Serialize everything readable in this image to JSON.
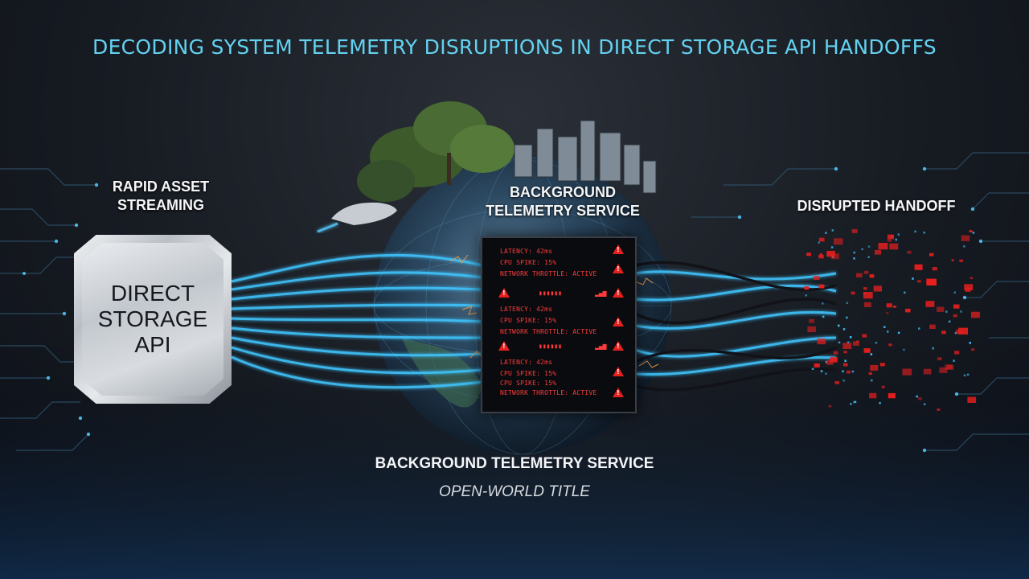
{
  "title": "DECODING SYSTEM TELEMETRY DISRUPTIONS IN DIRECT STORAGE API HANDOFFS",
  "labels": {
    "rapid_asset": "RAPID ASSET\nSTREAMING",
    "telemetry_top": "BACKGROUND\nTELEMETRY SERVICE",
    "disrupted": "DISRUPTED HANDOFF",
    "telemetry_bottom": "BACKGROUND TELEMETRY SERVICE",
    "open_world": "OPEN-WORLD TITLE"
  },
  "chip": {
    "label": "DIRECT\nSTORAGE\nAPI"
  },
  "monitor": {
    "lines": [
      "LATENCY: 42ms",
      "CPU SPIKE: 15%",
      "NETWORK THROTTLE: ACTIVE",
      "LATENCY: 42ms",
      "CPU SPIKE: 15%",
      "NETWORK THROTTLE: ACTIVE",
      "LATENCY: 42ms",
      "CPU SPIKE: 15%",
      "CPU SPIKE: 15%",
      "NETWORK THROTTLE: ACTIVE"
    ]
  },
  "colors": {
    "accent_cyan": "#63d2f0",
    "alert_red": "#e81f1f",
    "stream_blue": "#3fc6ff"
  }
}
